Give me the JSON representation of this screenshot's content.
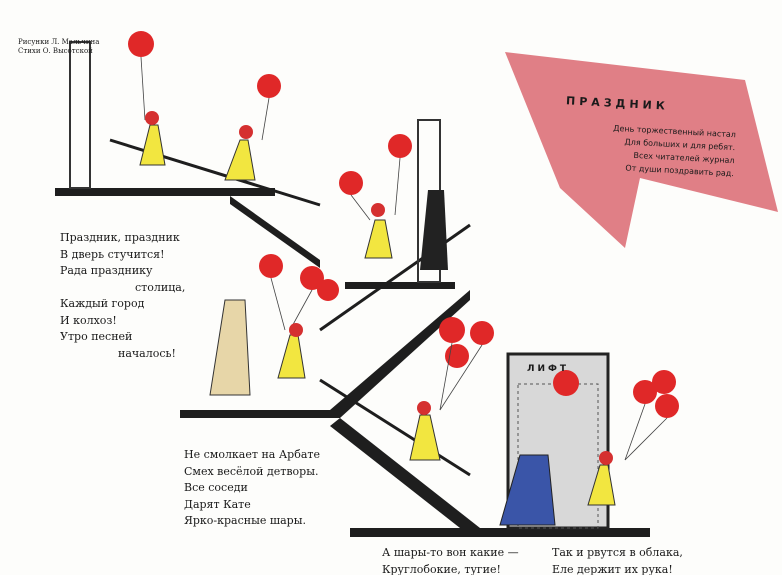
{
  "credits": [
    "Рисунки Л. Мальчина",
    "Стихи О. Высотской"
  ],
  "banner": {
    "title": "ПРАЗДНИК",
    "lines": [
      "День торжественный настал",
      "Для больших и для ребят.",
      "Всех читателей журнал",
      "От души поздравить рад."
    ],
    "color": "#e07f86"
  },
  "poem1": [
    "Праздник, праздник",
    "В дверь стучится!",
    "Рада празднику",
    "столица,",
    "Каждый город",
    "И колхоз!",
    "Утро песней",
    "началось!"
  ],
  "poem2": [
    "Не смолкает на Арбате",
    "Смех весёлой детворы.",
    "Все соседи",
    "Дарят Кате",
    "Ярко-красные шары."
  ],
  "poem3": [
    "А шары-то вон какие —",
    "Круглобокие, тугие!"
  ],
  "poem4": [
    "Так и рвутся в облака,",
    "Еле держит их рука!"
  ],
  "lift_sign": "ЛИФТ",
  "colors": {
    "balloon": "#e02828",
    "coat": "#f2e640",
    "stairs": "#1e1e1e"
  }
}
